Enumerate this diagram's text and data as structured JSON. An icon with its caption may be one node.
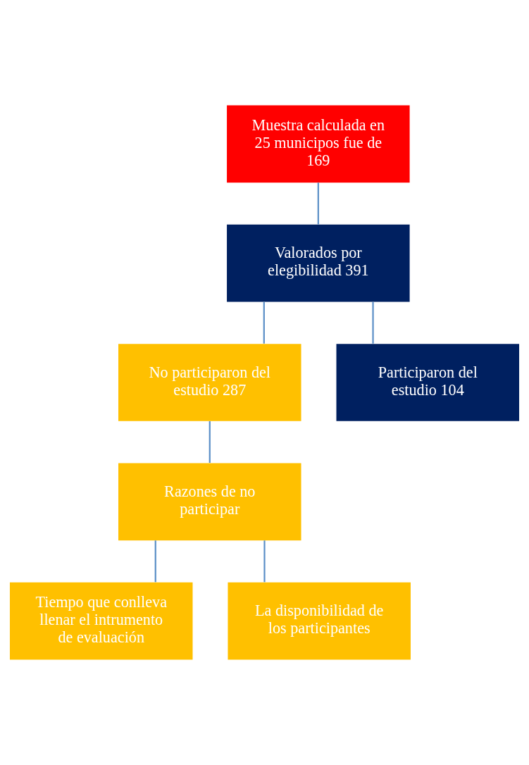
{
  "diagram": {
    "nodes": [
      {
        "text": [
          "Muestra calculada en 25 municipos fue de 169"
        ]
      },
      {
        "text": [
          "Valorados por elegibilidad 391"
        ]
      },
      {
        "text": [
          "No participaron del estudio 287"
        ]
      },
      {
        "text": [
          "Razones de no participar"
        ]
      },
      {
        "text": [
          "Tiempo que conlleva llenar el intrumento de evaluación"
        ]
      },
      {
        "text": [
          "La disponibilidad de los participantes"
        ]
      },
      {
        "text": [
          "Participaron del estudio 104"
        ]
      }
    ],
    "edges": [
      {
        "from": 0,
        "to": 1,
        "arrow": "none"
      },
      {
        "from": 1,
        "to": 2,
        "arrow": "none"
      },
      {
        "from": 2,
        "to": 3,
        "arrow": "none"
      },
      {
        "from": 3,
        "to": 4,
        "arrow": "none"
      },
      {
        "from": 3,
        "to": 5,
        "arrow": "none"
      },
      {
        "from": 1,
        "to": 6,
        "arrow": "none"
      }
    ]
  }
}
